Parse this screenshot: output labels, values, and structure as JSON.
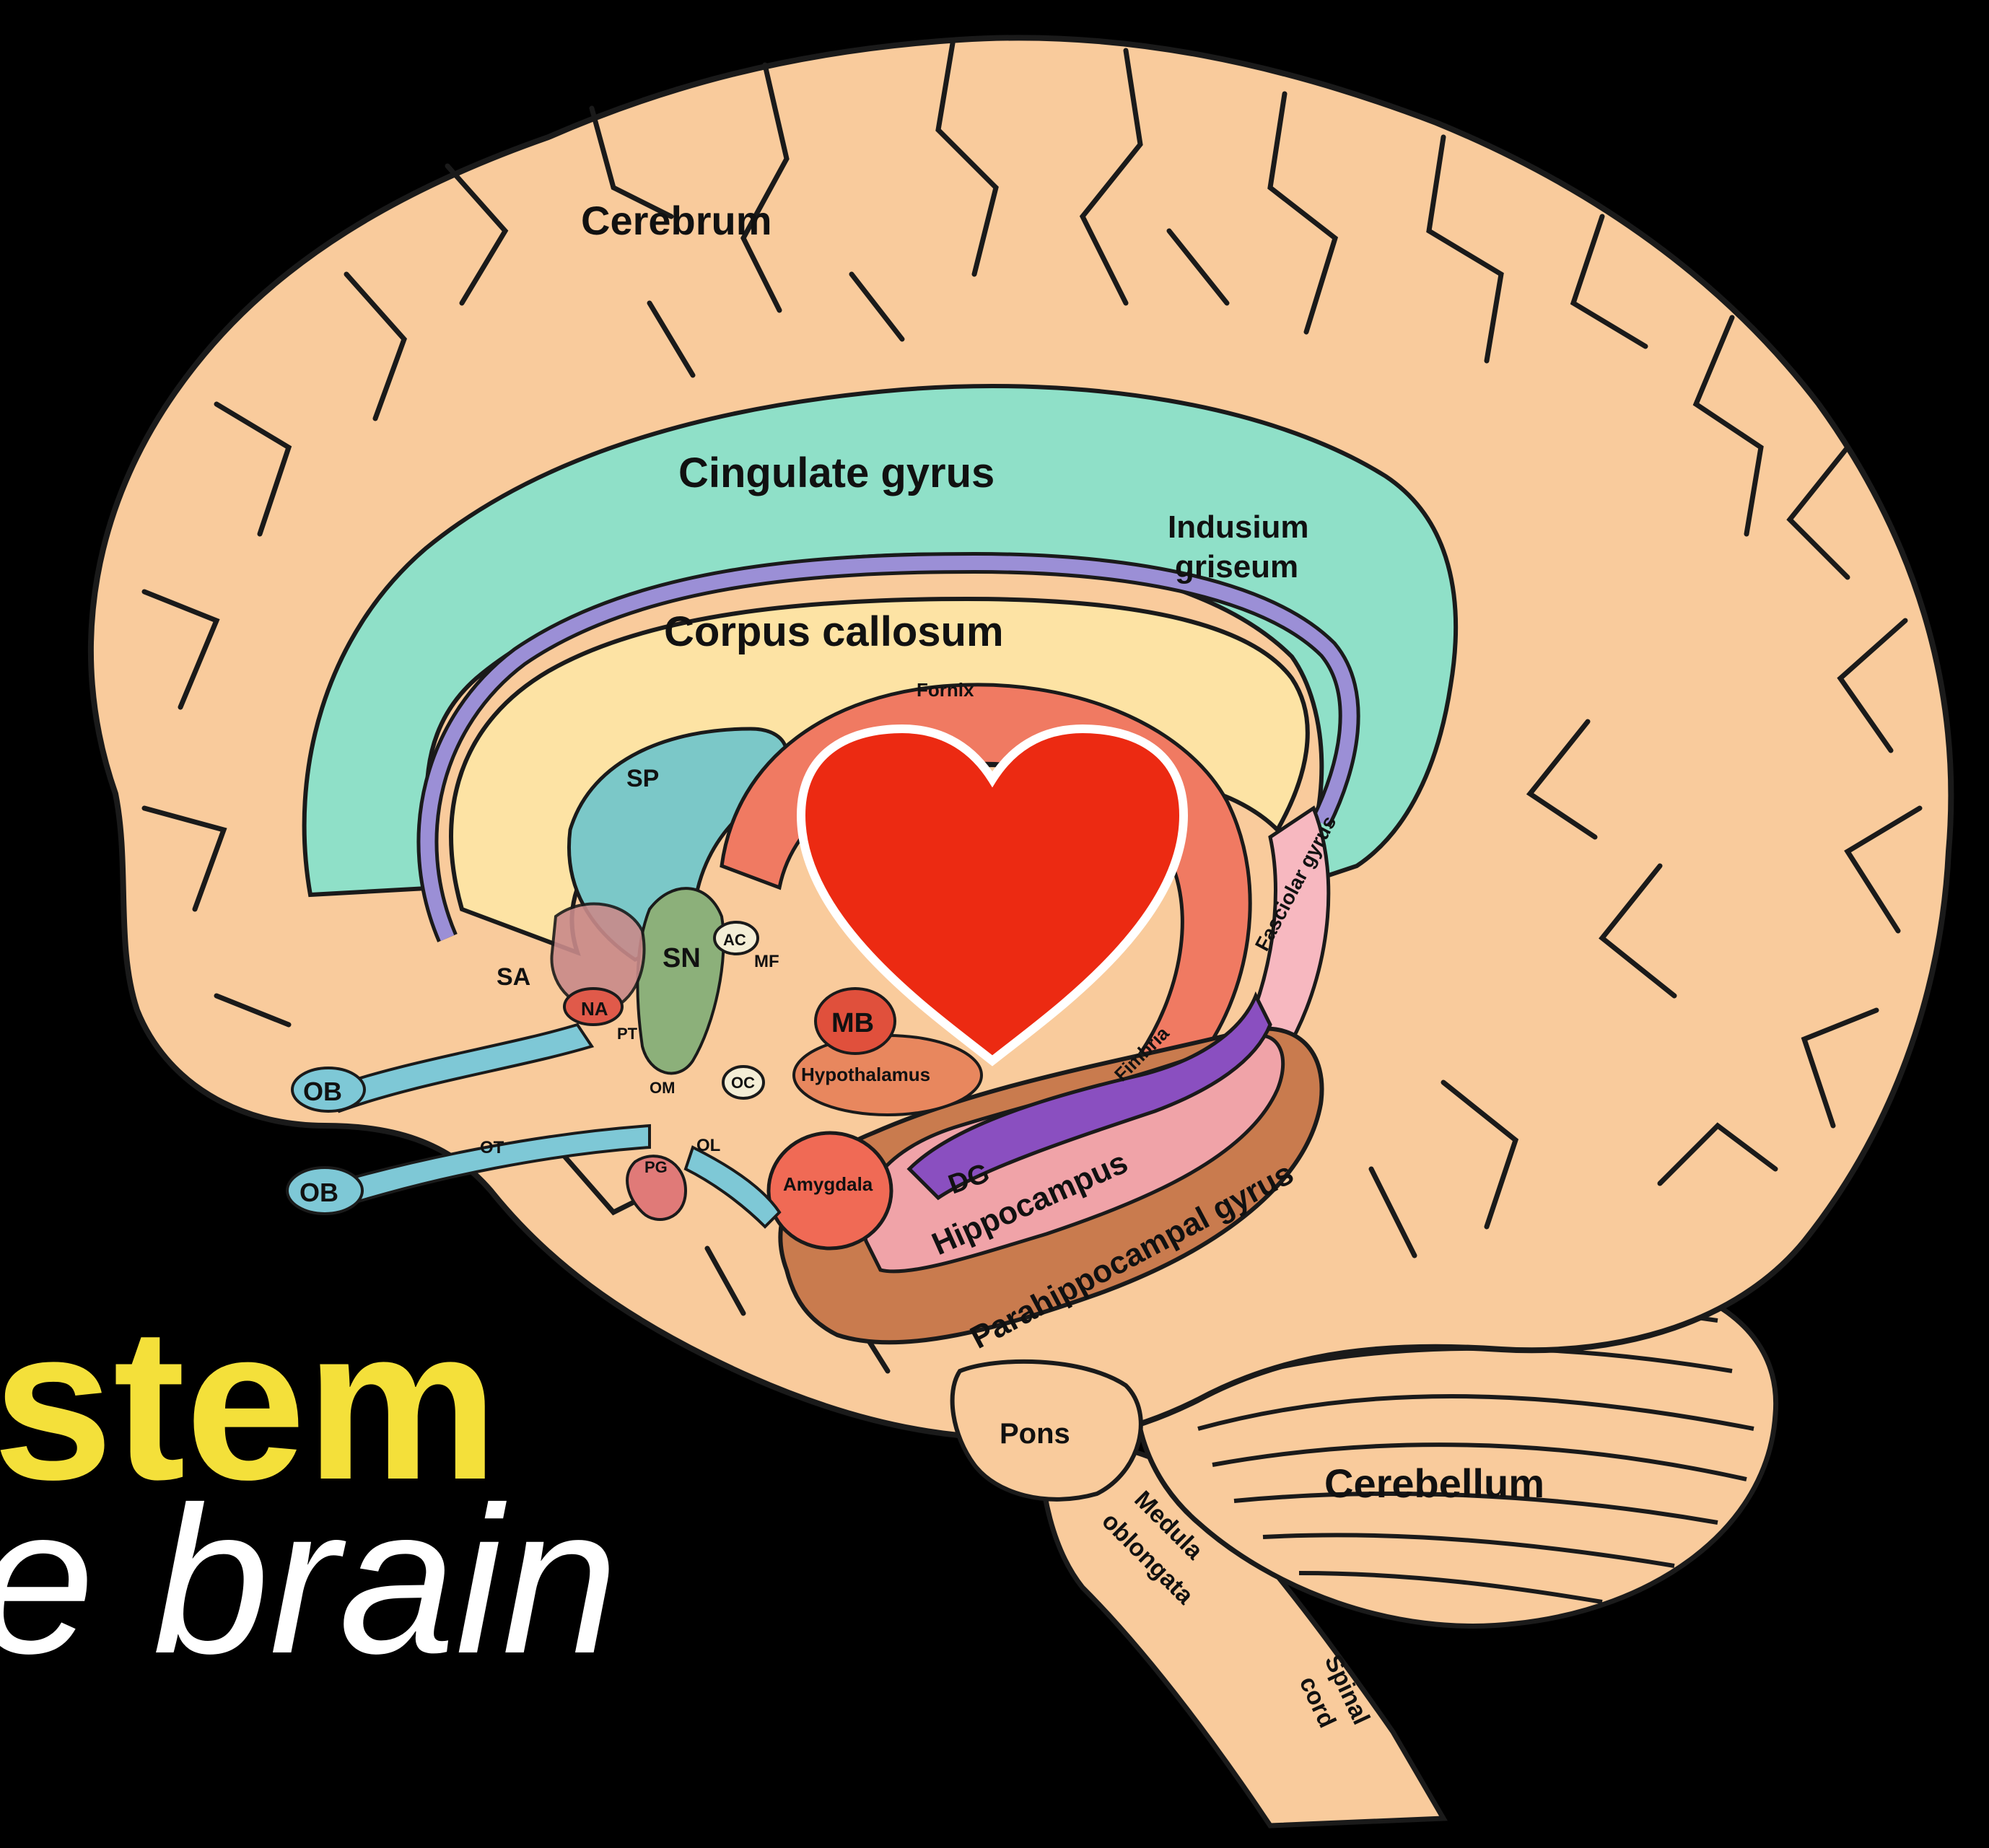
{
  "overlay": {
    "title_fragment": "stem",
    "subtitle_fragment": "e brain",
    "title_color": "#f4e03a",
    "subtitle_color": "#ffffff"
  },
  "colors": {
    "background": "#000000",
    "brain": "#f9cb9c",
    "cingulate": "#8fe0c8",
    "corpus": "#fde3a4",
    "indusium": "#9b8fd6",
    "fornix": "#f07a62",
    "hippocampus": "#f0a3a8",
    "parahippocampal": "#c97b4e",
    "heart": "#ec2a12"
  },
  "labels": {
    "cerebrum": "Cerebrum",
    "cingulate_gyrus": "Cingulate gyrus",
    "indusium_1": "Indusium",
    "indusium_2": "griseum",
    "corpus_callosum": "Corpus callosum",
    "fornix": "Fornix",
    "sp": "SP",
    "sa": "SA",
    "na": "NA",
    "sn": "SN",
    "ac": "AC",
    "mf": "MF",
    "mb": "MB",
    "pt": "PT",
    "om": "OM",
    "oc": "OC",
    "hypothalamus": "Hypothalamus",
    "ob_upper": "OB",
    "ob_lower": "OB",
    "ot": "OT",
    "pg": "PG",
    "ol": "OL",
    "amygdala": "Amygdala",
    "fasciolar_gyrus": "Fasciolar gyrus",
    "fimbria": "Fimbria",
    "dg": "DG",
    "hippocampus": "Hippocampus",
    "parahippocampal_gyrus": "Parahippocampal gyrus",
    "pons": "Pons",
    "cerebellum": "Cerebellum",
    "medula_1": "Medula",
    "medula_2": "oblongata",
    "spinal_1": "Spinal",
    "spinal_2": "cord"
  },
  "icons": {
    "heart": "heart-icon"
  }
}
